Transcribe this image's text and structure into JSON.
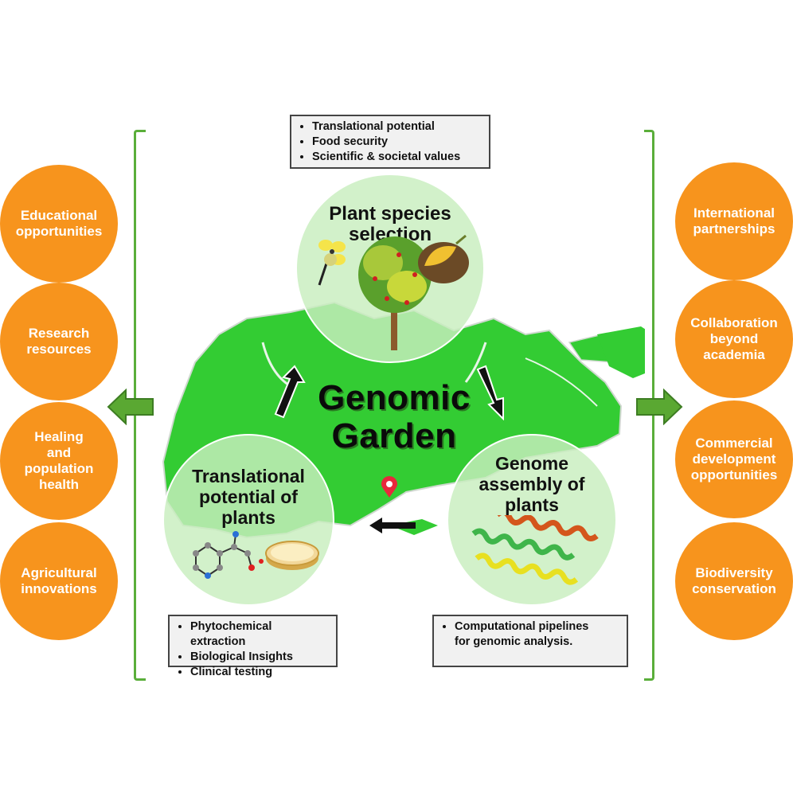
{
  "center": {
    "title": "Genomic\nGarden"
  },
  "colors": {
    "orange": "#f7941d",
    "map_green": "#33cc33",
    "bracket_green": "#5aae3a",
    "circle_light_green": "#c8eebe"
  },
  "top_box": {
    "items": [
      "Translational potential",
      "Food security",
      "Scientific & societal values"
    ]
  },
  "bottom_left_box": {
    "items": [
      "Phytochemical extraction",
      "Biological Insights",
      "Clinical testing"
    ]
  },
  "bottom_right_box": {
    "items": [
      "Computational pipelines for genomic analysis."
    ]
  },
  "themes": {
    "top": "Plant species\nselection",
    "left": "Translational\npotential of\nplants",
    "right": "Genome\nassembly of\nplants"
  },
  "left_outcomes": [
    "Educational\nopportunities",
    "Research\nresources",
    "Healing\nand\npopulation\nhealth",
    "Agricultural\ninnovations"
  ],
  "right_outcomes": [
    "International\npartnerships",
    "Collaboration\nbeyond\nacademia",
    "Commercial\ndevelopment\nopportunities",
    "Biodiversity\nconservation"
  ],
  "icons": {
    "top_circle": [
      "flower-icon",
      "tree-icon",
      "durian-fruit-icon"
    ],
    "left_circle": [
      "molecule-icon",
      "petri-dish-icon"
    ],
    "right_circle": [
      "dna-helix-icon"
    ],
    "map_marker": "location-pin-icon"
  }
}
